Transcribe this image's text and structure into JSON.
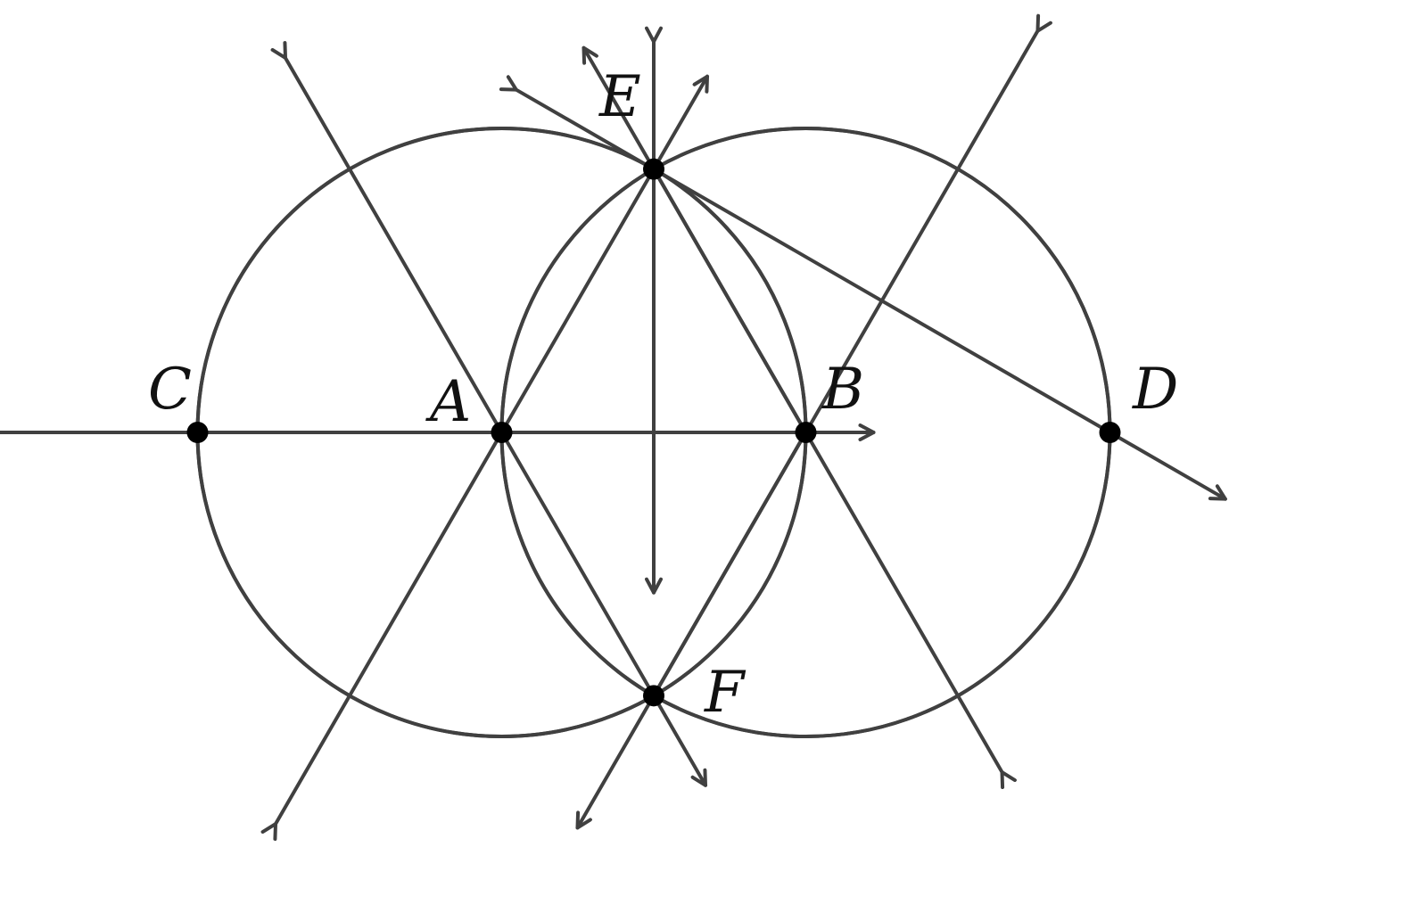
{
  "points": [
    {
      "id": "A",
      "label": "A"
    },
    {
      "id": "B",
      "label": "B"
    },
    {
      "id": "C",
      "label": "C"
    },
    {
      "id": "D",
      "label": "D"
    },
    {
      "id": "E",
      "label": "E"
    },
    {
      "id": "F",
      "label": "F"
    }
  ],
  "circles": [
    {
      "center": "A",
      "through": "B"
    },
    {
      "center": "B",
      "through": "A"
    },
    {
      "center": "A",
      "through": "C"
    },
    {
      "center": "B",
      "through": "D"
    }
  ],
  "lines": [
    {
      "through": [
        "C",
        "D"
      ],
      "kind": "line"
    },
    {
      "through": [
        "E",
        "F"
      ],
      "kind": "line"
    },
    {
      "through": [
        "A",
        "E"
      ],
      "kind": "line"
    },
    {
      "through": [
        "A",
        "F"
      ],
      "kind": "line"
    },
    {
      "through": [
        "B",
        "E"
      ],
      "kind": "line"
    },
    {
      "through": [
        "B",
        "F"
      ],
      "kind": "line"
    },
    {
      "through": [
        "E",
        "D"
      ],
      "kind": "line"
    }
  ],
  "segments": [
    {
      "from": "E",
      "to": "B"
    },
    {
      "from": "B",
      "to": "F"
    }
  ],
  "colors": {
    "stroke": "#404040",
    "point": "#000000",
    "label": "#111111"
  }
}
